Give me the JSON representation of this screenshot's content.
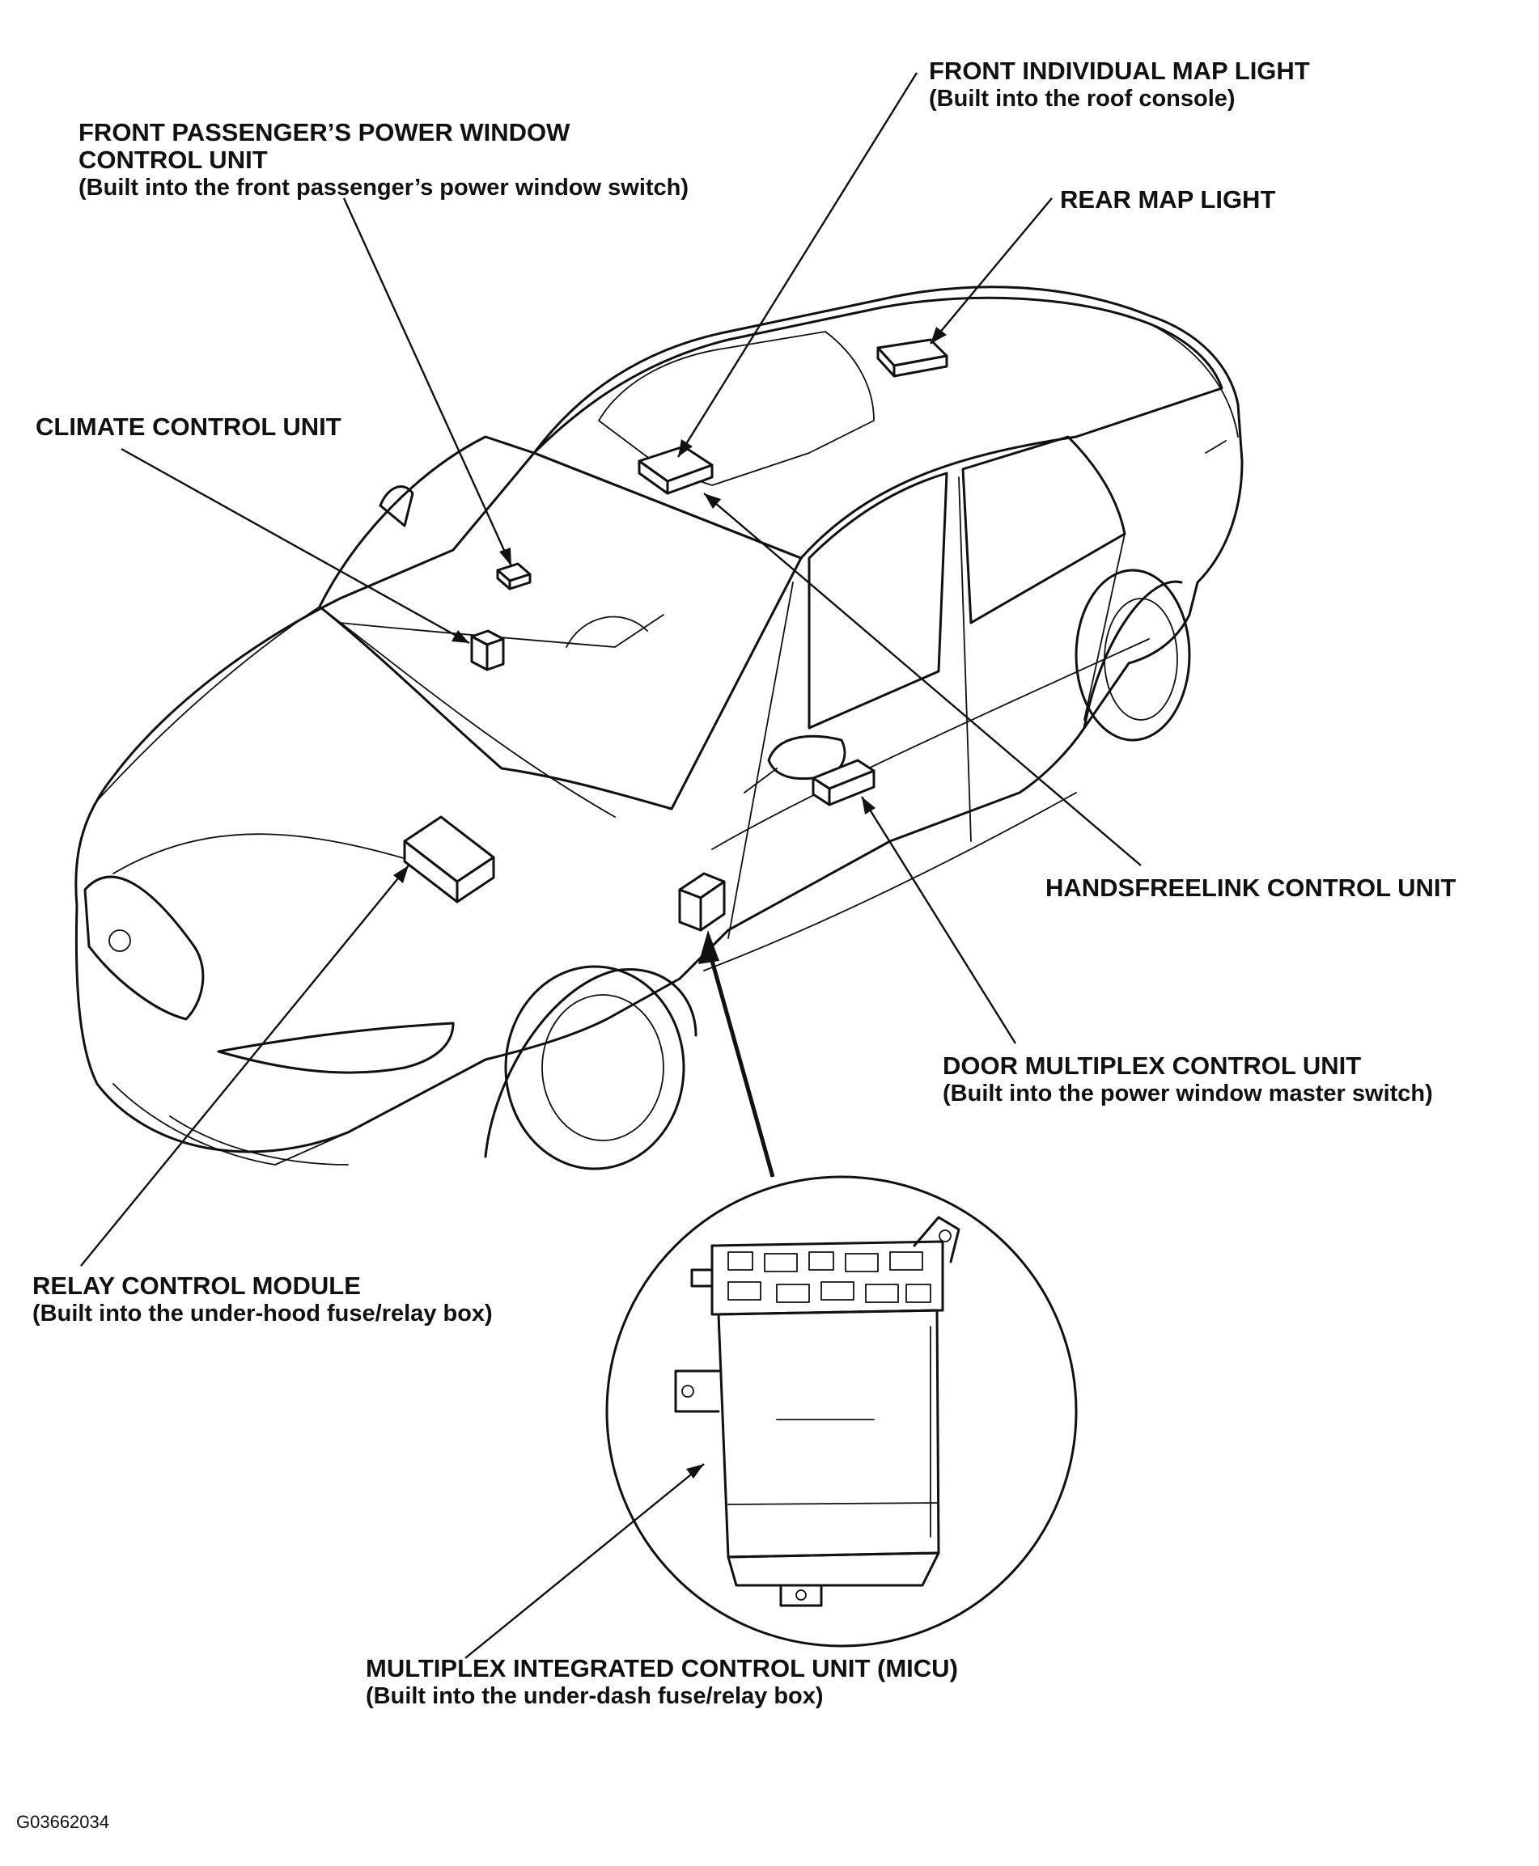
{
  "labels": {
    "front_passenger_window": {
      "title_line1": "FRONT PASSENGER’S POWER WINDOW",
      "title_line2": "CONTROL UNIT",
      "note": "(Built into the front passenger’s power window switch)"
    },
    "front_map_light": {
      "title": "FRONT INDIVIDUAL MAP LIGHT",
      "note": "(Built into the roof console)"
    },
    "rear_map_light": {
      "title": "REAR MAP LIGHT"
    },
    "climate_control": {
      "title": "CLIMATE CONTROL UNIT"
    },
    "handsfreelink": {
      "title": "HANDSFREELINK CONTROL UNIT"
    },
    "door_multiplex": {
      "title": "DOOR MULTIPLEX CONTROL UNIT",
      "note": "(Built into the power window master switch)"
    },
    "relay_control": {
      "title": "RELAY CONTROL MODULE",
      "note": "(Built into the under-hood fuse/relay box)"
    },
    "micu": {
      "title": "MULTIPLEX INTEGRATED CONTROL UNIT (MICU)",
      "note": "(Built into the under-dash fuse/relay box)"
    }
  },
  "figure_code": "G03662034",
  "colors": {
    "line": "#111111",
    "background": "#ffffff"
  }
}
